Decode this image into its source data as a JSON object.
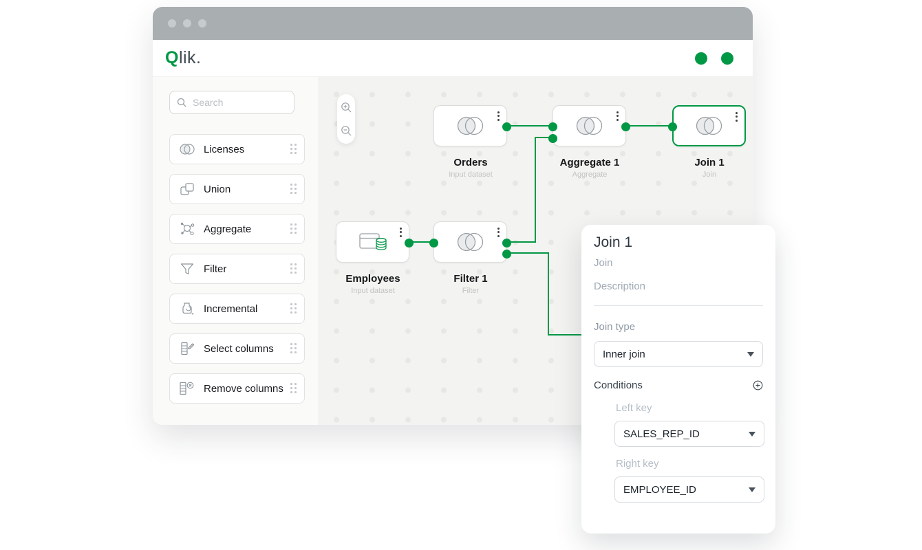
{
  "brand": {
    "logo_q": "Q",
    "logo_rest": "lik."
  },
  "colors": {
    "accent_green": "#009845",
    "titlebar_gray": "#a9aeb0",
    "canvas_bg": "#f3f3f1"
  },
  "sidebar": {
    "search": {
      "placeholder": "Search"
    },
    "items": [
      {
        "label": "Licenses",
        "icon": "venn-icon"
      },
      {
        "label": "Union",
        "icon": "union-icon"
      },
      {
        "label": "Aggregate",
        "icon": "aggregate-icon"
      },
      {
        "label": "Filter",
        "icon": "filter-icon"
      },
      {
        "label": "Incremental",
        "icon": "incremental-icon"
      },
      {
        "label": "Select columns",
        "icon": "select-columns-icon"
      },
      {
        "label": "Remove columns",
        "icon": "remove-columns-icon"
      }
    ]
  },
  "canvas": {
    "zoom_controls": [
      "zoom-in",
      "zoom-out"
    ],
    "nodes": [
      {
        "label": "Orders",
        "sublabel": "Input dataset",
        "selected": false
      },
      {
        "label": "Aggregate 1",
        "sublabel": "Aggregate",
        "selected": false
      },
      {
        "label": "Join 1",
        "sublabel": "Join",
        "selected": true
      },
      {
        "label": "Employees",
        "sublabel": "Input dataset",
        "selected": false
      },
      {
        "label": "Filter 1",
        "sublabel": "Filter",
        "selected": false
      }
    ],
    "edges": [
      {
        "from": "Orders",
        "to": "Aggregate 1"
      },
      {
        "from": "Aggregate 1",
        "to": "Join 1"
      },
      {
        "from": "Employees",
        "to": "Filter 1"
      },
      {
        "from": "Filter 1",
        "to": "Aggregate 1"
      },
      {
        "from": "Filter 1",
        "to": "Join 1"
      }
    ]
  },
  "panel": {
    "title": "Join 1",
    "subtitle": "Join",
    "description_placeholder": "Description",
    "join_type_label": "Join type",
    "join_type_value": "Inner join",
    "conditions_label": "Conditions",
    "left_key_label": "Left key",
    "left_key_value": "SALES_REP_ID",
    "right_key_label": "Right key",
    "right_key_value": "EMPLOYEE_ID"
  }
}
